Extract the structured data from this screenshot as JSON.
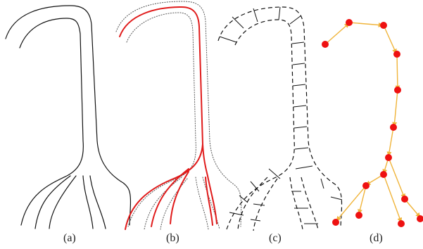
{
  "figure": {
    "panels": [
      {
        "id": "a",
        "label": "(a)"
      },
      {
        "id": "b",
        "label": "(b)"
      },
      {
        "id": "c",
        "label": "(c)"
      },
      {
        "id": "d",
        "label": "(d)"
      }
    ],
    "colors": {
      "centerline": "#e01b1b",
      "node": "#ee1111",
      "edge": "#f0b43a",
      "outline": "#111111"
    },
    "graph": {
      "node_count": 14,
      "edge_count": 13
    }
  }
}
